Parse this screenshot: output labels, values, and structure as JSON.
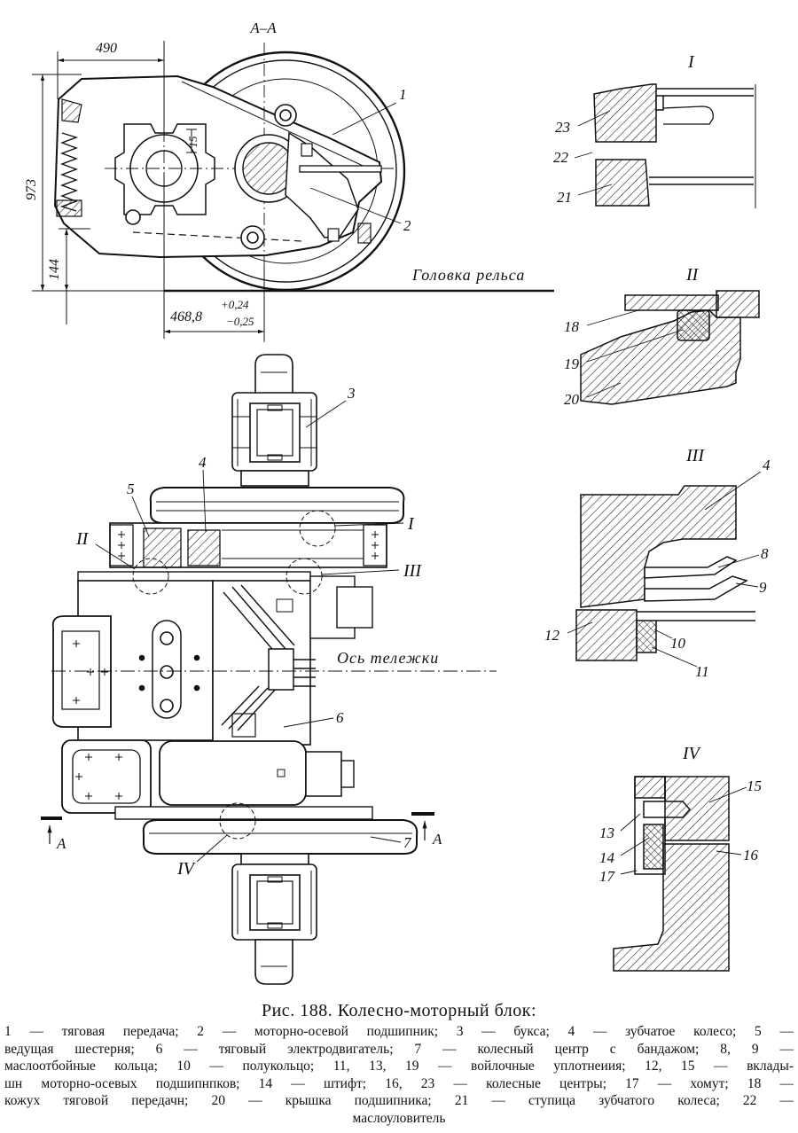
{
  "top_view": {
    "section_label": "А–А",
    "dim_490": "490",
    "dim_15": "15",
    "dim_973": "973",
    "dim_144": "144",
    "dim_468": "468,8",
    "dim_468_upper_tol": "+0,24",
    "dim_468_lower_tol": "−0,25",
    "rail_label": "Головка рельса",
    "callout_1": "1",
    "callout_2": "2"
  },
  "plan_view": {
    "callout_3": "3",
    "callout_4": "4",
    "callout_5": "5",
    "callout_6": "6",
    "callout_7": "7",
    "detail_mark_I": "I",
    "detail_mark_II": "II",
    "detail_mark_III": "III",
    "detail_mark_IV": "IV",
    "axis_label": "Ось тележки",
    "section_mark_left": "А",
    "section_mark_right": "А"
  },
  "details": [
    {
      "title": "I",
      "labels": [
        "23",
        "22",
        "21"
      ]
    },
    {
      "title": "II",
      "labels": [
        "18",
        "19",
        "20"
      ]
    },
    {
      "title": "III",
      "labels": [
        "4",
        "8",
        "9",
        "12",
        "10",
        "11"
      ]
    },
    {
      "title": "IV",
      "labels": [
        "15",
        "13",
        "14",
        "17",
        "16"
      ]
    }
  ],
  "caption": {
    "title": "Рис. 188. Колесно-моторный блок:",
    "legend_lines": [
      "1 — тяговая передача; 2 — моторно-осевой подшипник; 3 — букса; 4 — зубчатое колесо; 5 —",
      "ведущая шестерня; 6 — тяговый электродвигатель; 7 — колесный центр с бандажом; 8, 9 —",
      "маслоотбойные кольца; 10 — полукольцо; 11, 13, 19 — войлочные уплотнеиия; 12, 15 — вклады-",
      "шн моторно-осевых подшипнпков; 14 — штифт; 16, 23 — колесные центры; 17 — хомут; 18 —",
      "кожух тяговой передачн; 20 — крышка подшипника; 21 — ступица зубчатого колеса; 22 —",
      "маслоуловитель"
    ]
  }
}
